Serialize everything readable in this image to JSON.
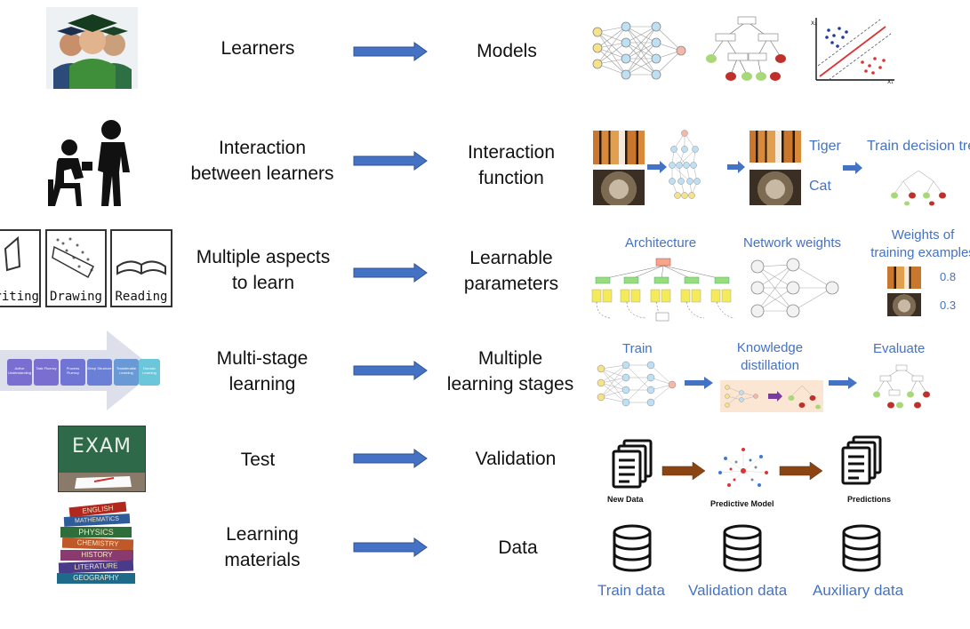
{
  "rows": [
    {
      "left": "Learners",
      "right": "Models"
    },
    {
      "left": "Interaction\nbetween learners",
      "right": "Interaction\nfunction"
    },
    {
      "left": "Multiple aspects\nto learn",
      "right": "Learnable\nparameters"
    },
    {
      "left": "Multi-stage\nlearning",
      "right": "Multiple\nlearning stages"
    },
    {
      "left": "Test",
      "right": "Validation"
    },
    {
      "left": "Learning\nmaterials",
      "right": "Data"
    }
  ],
  "interaction": {
    "tiger": "Tiger",
    "cat": "Cat",
    "train_tree": "Train decision tree"
  },
  "params": {
    "architecture": "Architecture",
    "network_weights": "Network weights",
    "weights_title": "Weights of\ntraining examples",
    "w1": "0.8",
    "w2": "0.3"
  },
  "stages": {
    "train": "Train",
    "kd": "Knowledge\ndistillation",
    "evaluate": "Evaluate"
  },
  "validation": {
    "new_data": "New Data",
    "model": "Predictive Model",
    "predictions": "Predictions"
  },
  "data": {
    "train": "Train data",
    "validation": "Validation data",
    "auxiliary": "Auxiliary data"
  },
  "aspects": {
    "writing": "Writing",
    "drawing": "Drawing",
    "reading": "Reading"
  },
  "exam": {
    "text": "EXAM"
  },
  "books": [
    "ENGLISH",
    "MATHEMATICS",
    "PHYSICS",
    "CHEMISTRY",
    "HISTORY",
    "LITERATURE",
    "GEOGRAPHY"
  ],
  "stage_boxes": [
    "Active Understanding",
    "Task Fluency",
    "Process Fluency",
    "Deep Structure",
    "Transferable Learning",
    "Domain Learning"
  ],
  "colors": {
    "arrow": "#4472c4",
    "brown_arrow": "#8b4513",
    "label_blue": "#4472c4"
  }
}
